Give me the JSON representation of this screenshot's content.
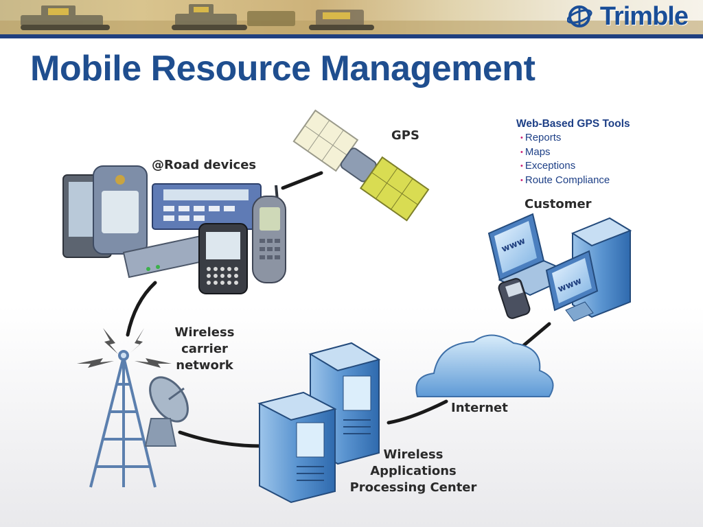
{
  "slide": {
    "title": "Mobile Resource Management",
    "logo": "Trimble"
  },
  "diagram": {
    "nodes": {
      "gps": "GPS",
      "devices": "@Road devices",
      "wireless_network": [
        "Wireless",
        "carrier",
        "network"
      ],
      "processing_center": [
        "Wireless",
        "Applications",
        "Processing Center"
      ],
      "internet": "Internet",
      "customer": "Customer"
    },
    "screen_text": "www"
  },
  "web_tools": {
    "heading": "Web-Based GPS Tools",
    "items": [
      "Reports",
      "Maps",
      "Exceptions",
      "Route Compliance"
    ]
  },
  "colors": {
    "title": "#1f4e8f",
    "tool_text": "#1d3f86",
    "bullet": "#cc2277",
    "connector": "#1a1a1a",
    "device_blue": "#4f86c8"
  }
}
